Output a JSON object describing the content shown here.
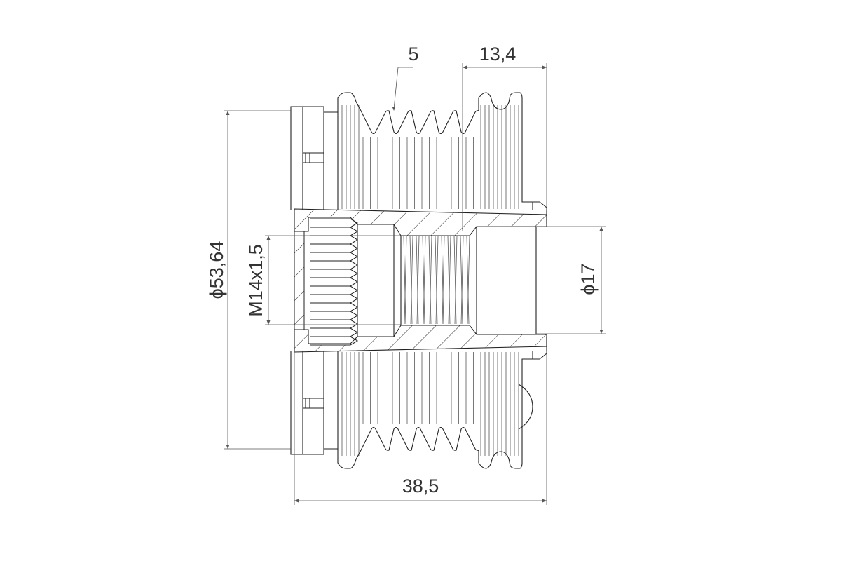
{
  "drawing": {
    "title": "Alternator freewheel pulley - technical drawing",
    "dimensions": {
      "groove_count": "5",
      "right_offset": "13,4",
      "outer_diameter": "ϕ53,64",
      "thread": "M14x1,5",
      "bore_diameter": "ϕ17",
      "overall_length": "38,5"
    },
    "line_color": "#222222",
    "dimension_color": "#555555"
  }
}
